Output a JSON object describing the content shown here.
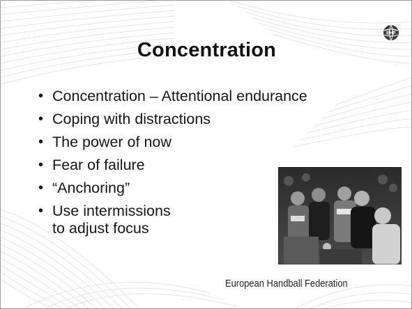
{
  "slide": {
    "title": "Concentration",
    "bullets": [
      {
        "marker": "•",
        "text": "Concentration – Attentional endurance"
      },
      {
        "marker": "•",
        "text": "Coping with distractions"
      },
      {
        "marker": "•",
        "text": "The power of now"
      },
      {
        "marker": "•",
        "text": "Fear of failure"
      },
      {
        "marker": "•",
        "text": "“Anchoring”"
      },
      {
        "marker": "•",
        "text": "Use intermissions\nto adjust focus"
      }
    ],
    "footer": "European Handball Federation",
    "logo": {
      "icon": "ehf-handball-logo-icon",
      "text": "EHF"
    },
    "photo": {
      "subject": "handball team huddle with coach"
    }
  },
  "colors": {
    "background": "#ffffff",
    "pattern_lines": "#e2e2e2",
    "text": "#151515",
    "border": "#9a9a9a"
  }
}
